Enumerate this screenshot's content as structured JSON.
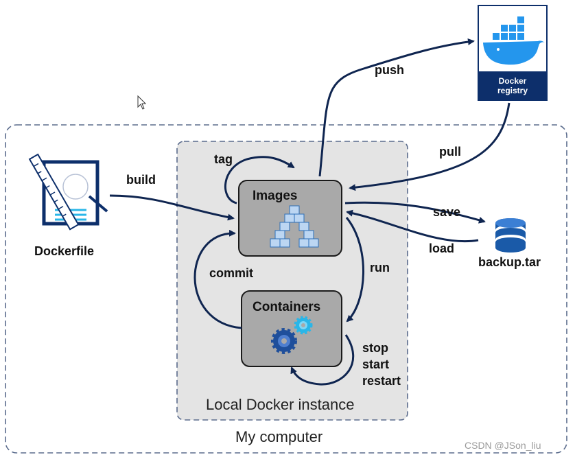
{
  "regions": {
    "my_computer": "My computer",
    "local_instance": "Local Docker instance"
  },
  "nodes": {
    "images": "Images",
    "containers": "Containers",
    "dockerfile": "Dockerfile",
    "registry_line1": "Docker",
    "registry_line2": "registry",
    "backup": "backup.tar"
  },
  "edges": {
    "build": "build",
    "tag": "tag",
    "push": "push",
    "pull": "pull",
    "save": "save",
    "load": "load",
    "run": "run",
    "commit": "commit",
    "stop": "stop",
    "start": "start",
    "restart": "restart"
  },
  "watermark": "CSDN @JSon_liu",
  "colors": {
    "arrow": "#0f2550",
    "box_fill": "#a9a9a9",
    "region_border": "#5a6b8c",
    "inner_region_fill": "#e4e4e4",
    "registry_blue": "#0d2f6b",
    "docker_whale": "#2496ed",
    "gear_dark": "#1f4f9b",
    "gear_light": "#29b6e8",
    "db_blue": "#1a5aa8"
  },
  "icons": [
    "mouse-cursor-icon",
    "dockerfile-icon",
    "docker-whale-icon",
    "image-cubes-icon",
    "gear-icon",
    "database-icon"
  ]
}
